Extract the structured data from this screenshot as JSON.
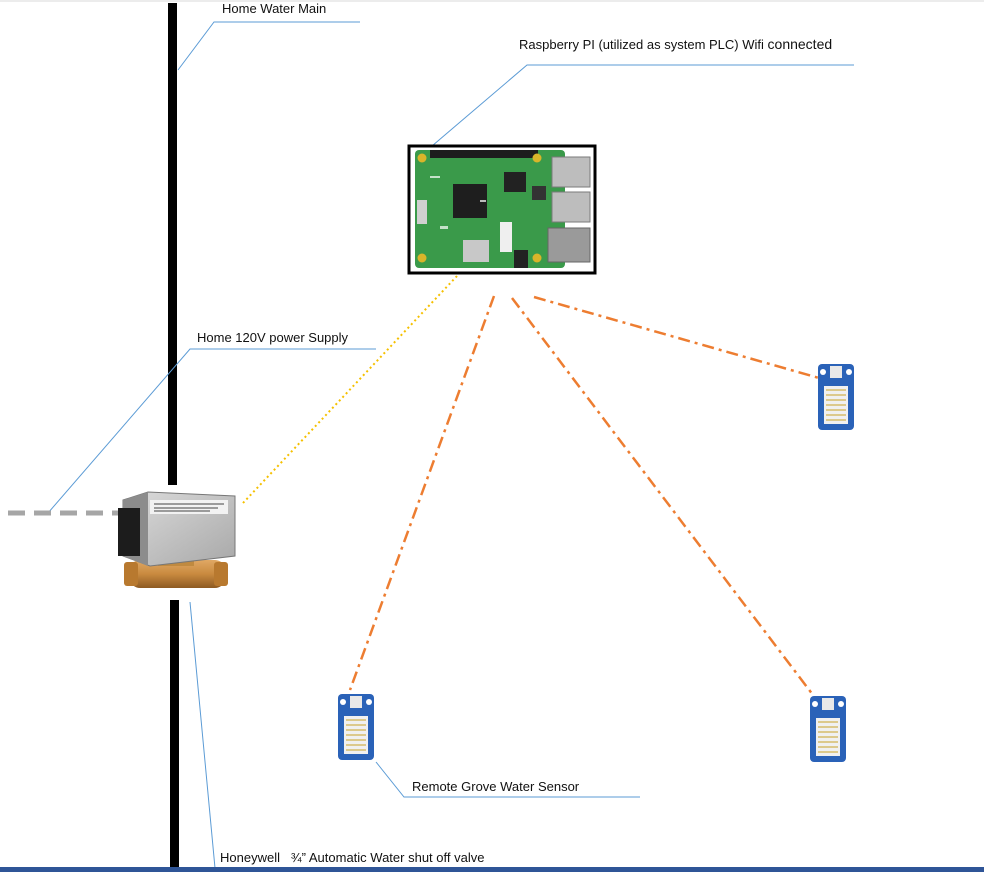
{
  "labels": {
    "water_main": "Home Water Main",
    "pi_prefix": "Raspberry PI (utilized as system PLC) Wifi",
    "pi_suffix": "connected",
    "power": "Home 120V power Supply",
    "sensor": "Remote Grove Water Sensor",
    "valve": "Honeywell   ¾” Automatic Water shut off valve"
  },
  "colors": {
    "pipe": "#000000",
    "leader": "#5b9bd5",
    "wireless": "#ed7d31",
    "valve_link": "#f5c000",
    "power_cable": "#a6a6a6",
    "pi_board": "#3a9a4a",
    "sensor_board": "#2a62b8",
    "frame_bottom": "#2f5597"
  },
  "icons": {
    "controller": "raspberry-pi-board",
    "sensors": "grove-water-sensor",
    "valve": "honeywell-zone-valve"
  }
}
